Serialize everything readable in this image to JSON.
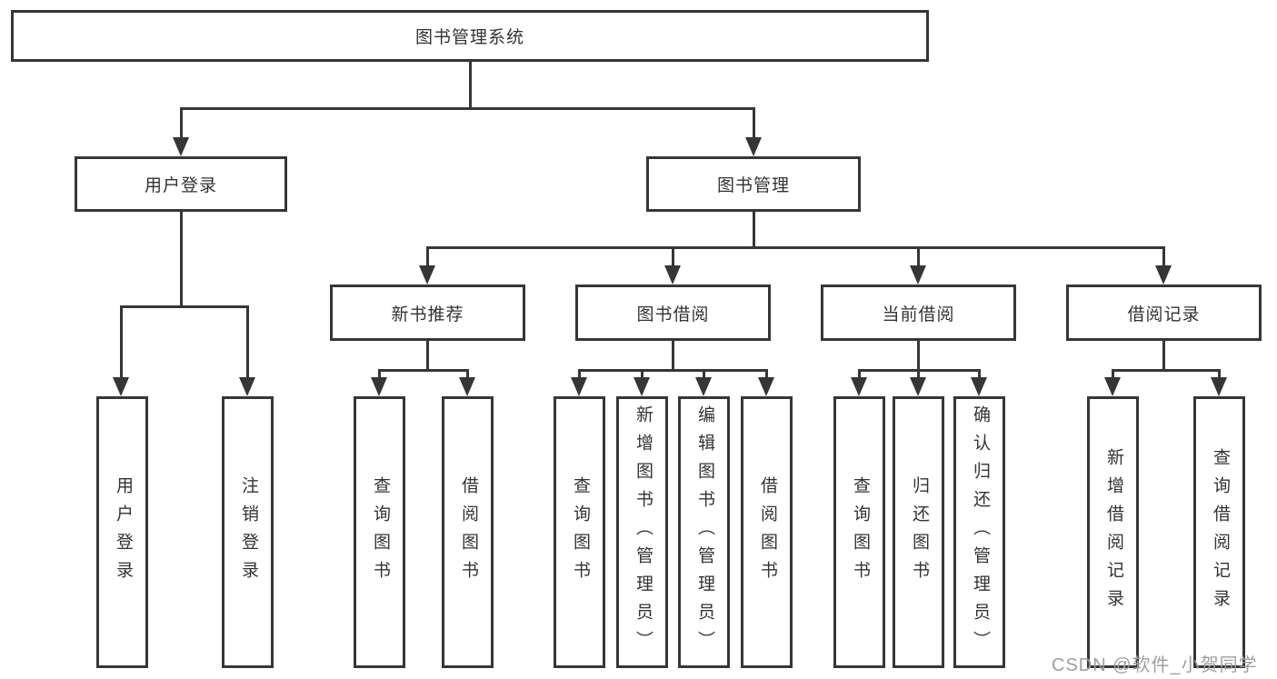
{
  "diagram": {
    "root": {
      "label": "图书管理系统"
    },
    "level2": [
      {
        "label": "用户登录"
      },
      {
        "label": "图书管理"
      }
    ],
    "level3": [
      {
        "label": "新书推荐"
      },
      {
        "label": "图书借阅"
      },
      {
        "label": "当前借阅"
      },
      {
        "label": "借阅记录"
      }
    ],
    "leaves": {
      "user_login": [
        "用户登录",
        "注销登录"
      ],
      "new_books": [
        "查询图书",
        "借阅图书"
      ],
      "book_borrow": [
        "查询图书",
        "新增图书（管理员）",
        "编辑图书（管理员）",
        "借阅图书"
      ],
      "current_borrow": [
        "查询图书",
        "归还图书",
        "确认归还（管理员）"
      ],
      "borrow_records": [
        "新增借阅记录",
        "查询借阅记录"
      ]
    },
    "colors": {
      "line": "#363636",
      "text": "#333333",
      "watermark_text_color": "#9e9e9e",
      "background": "#ffffff"
    }
  },
  "watermark": {
    "label": "CSDN @软件_小贺同学"
  }
}
